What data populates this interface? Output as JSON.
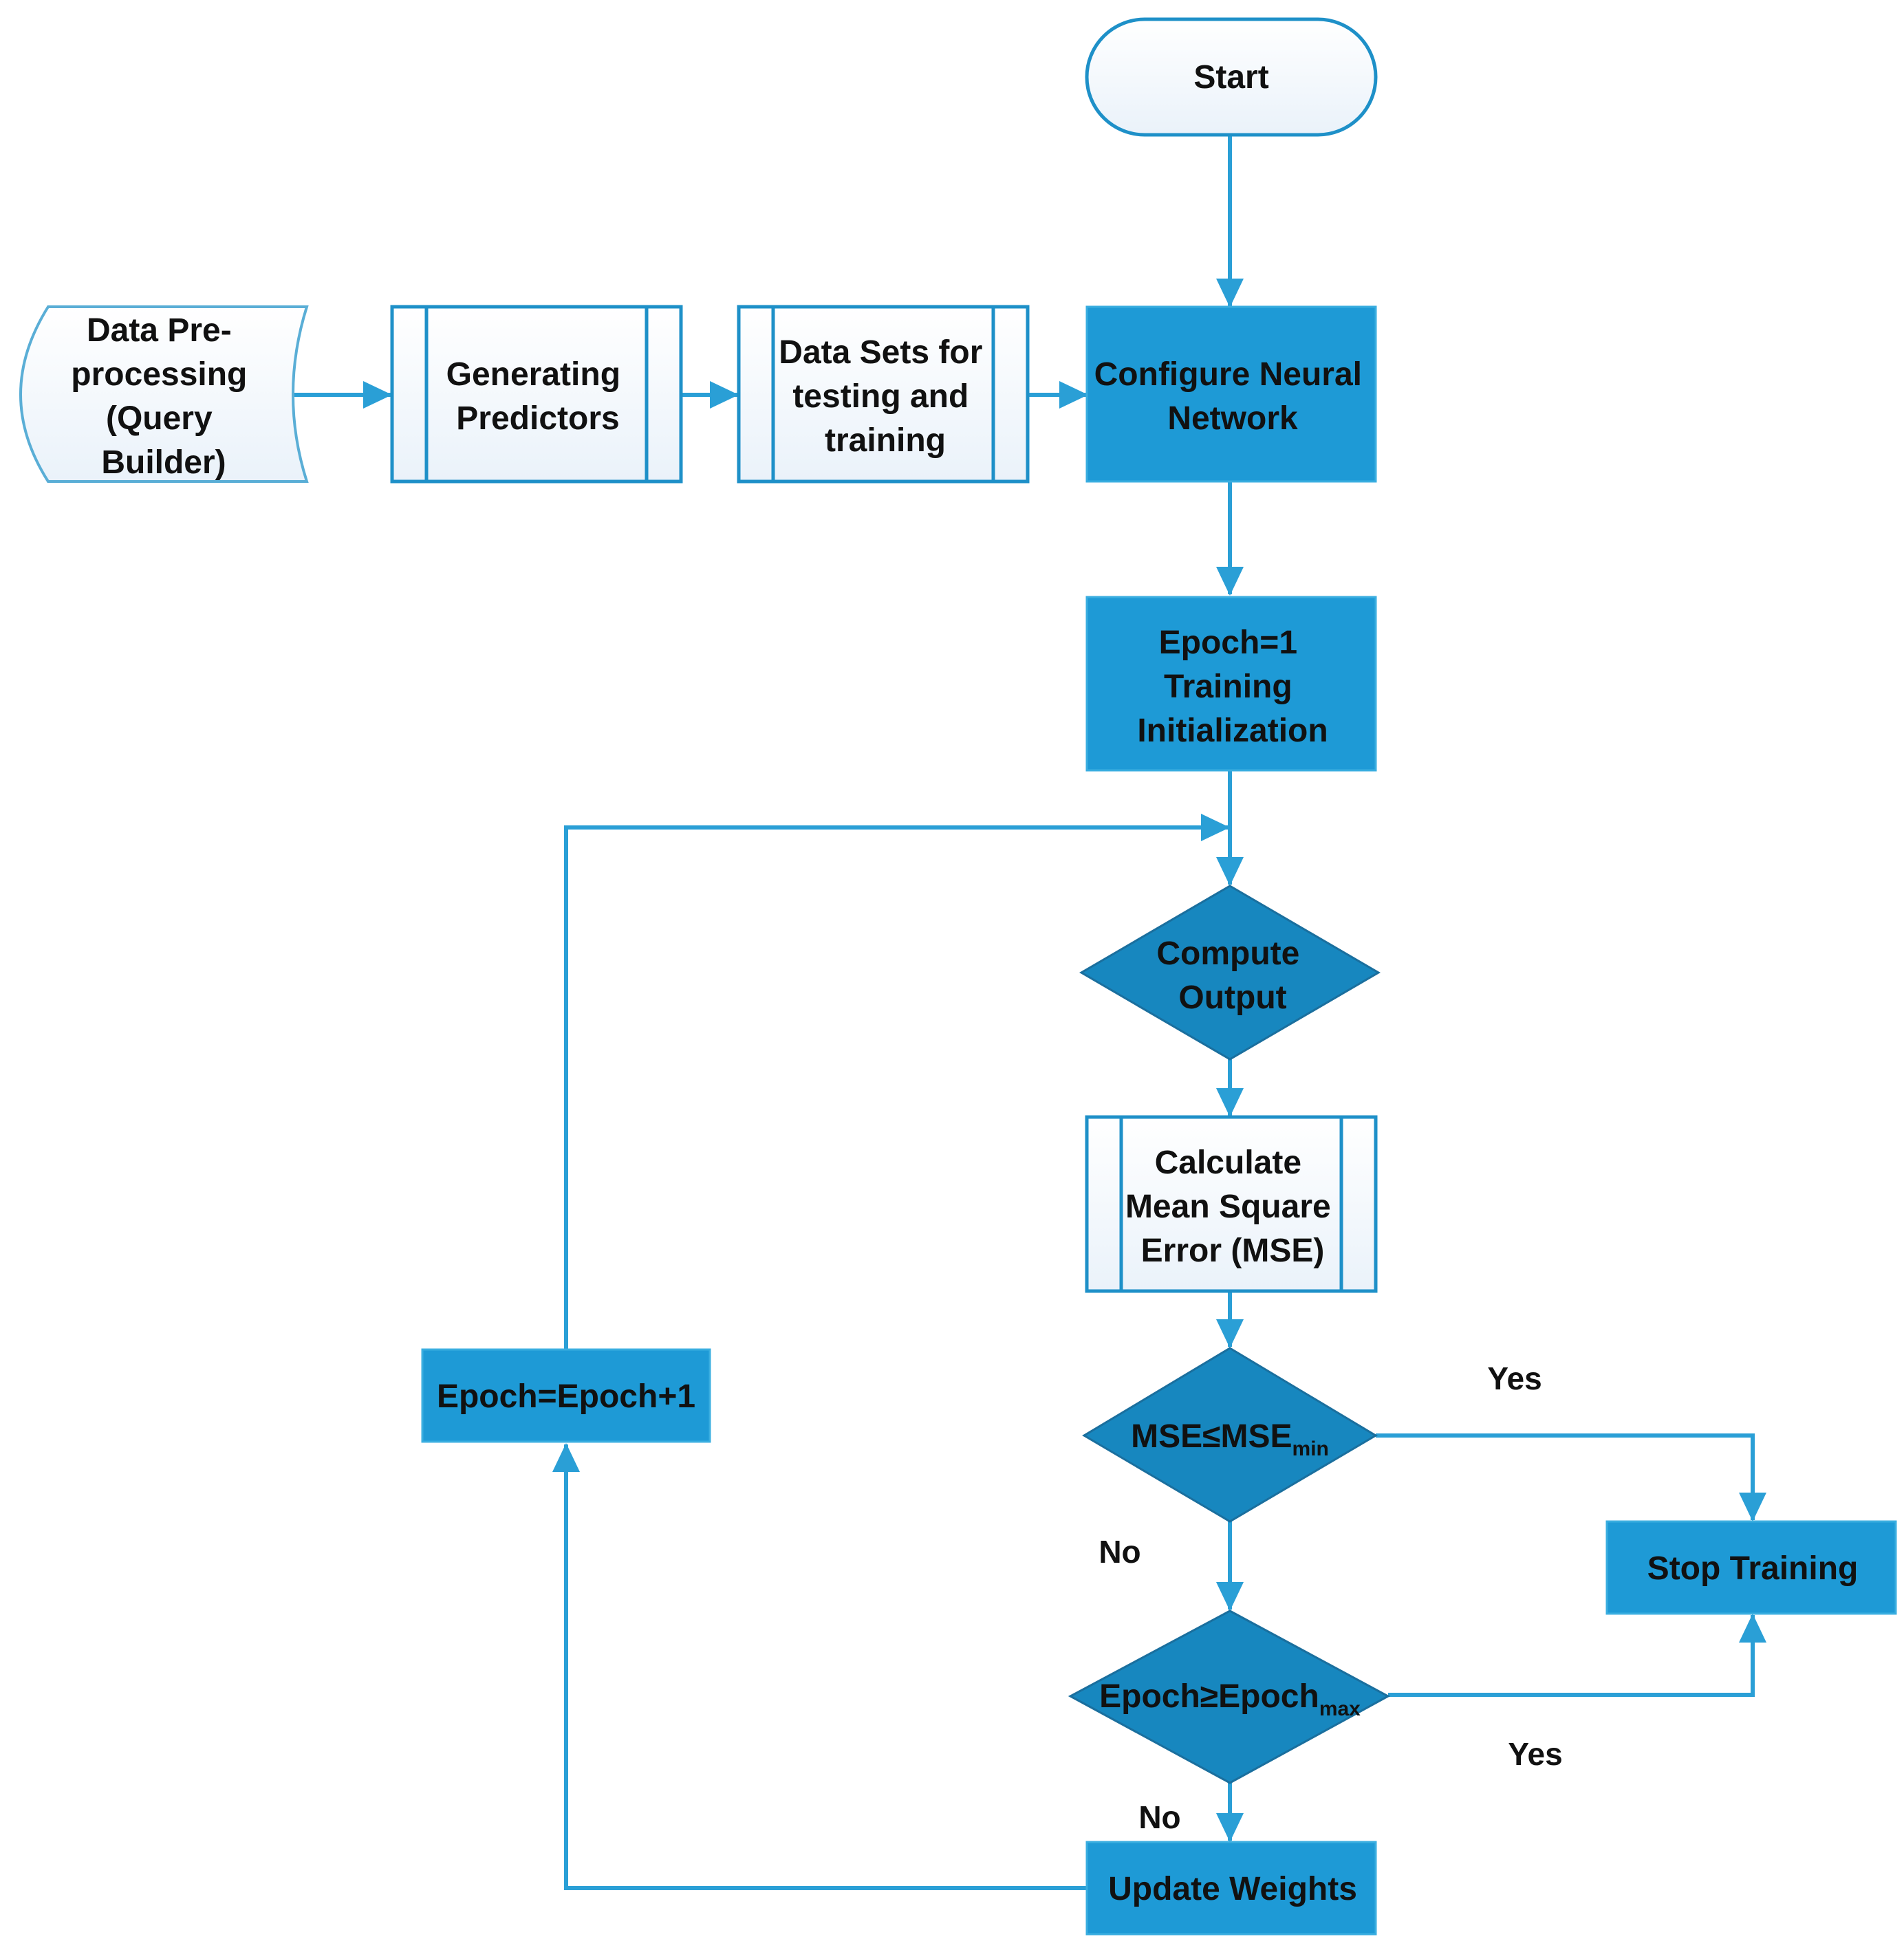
{
  "colors": {
    "line": "#2a9fd6",
    "fill_primary": "#1e9ad6",
    "fill_decision": "#1787bf",
    "fill_light": "#f4f8fc",
    "outline_decision": "#1a6f9e",
    "text": "#111111"
  },
  "nodes": {
    "start": {
      "lines": [
        "Start"
      ]
    },
    "preprocessing": {
      "lines": [
        "Data Pre-",
        "processing",
        "(Query",
        "Builder)"
      ]
    },
    "predictors": {
      "lines": [
        "Generating",
        "Predictors"
      ]
    },
    "datasets": {
      "lines": [
        "Data Sets for",
        "testing and",
        "training"
      ]
    },
    "configure": {
      "lines": [
        "Configure Neural",
        "Network"
      ]
    },
    "epoch_init": {
      "lines": [
        "Epoch=1",
        "Training",
        "Initialization"
      ]
    },
    "compute": {
      "lines": [
        "Compute",
        "Output"
      ]
    },
    "mse_calc": {
      "lines": [
        "Calculate",
        "Mean Square",
        "Error (MSE)"
      ]
    },
    "mse_check": {
      "main": "MSE≤MSE",
      "sub": "min"
    },
    "epoch_check": {
      "main": "Epoch≥Epoch",
      "sub": "max"
    },
    "stop": {
      "lines": [
        "Stop Training"
      ]
    },
    "update": {
      "lines": [
        "Update Weights"
      ]
    },
    "epoch_inc": {
      "lines": [
        "Epoch=Epoch+1"
      ]
    }
  },
  "edge_labels": {
    "mse_yes": "Yes",
    "mse_no": "No",
    "epoch_yes": "Yes",
    "epoch_no": "No"
  }
}
